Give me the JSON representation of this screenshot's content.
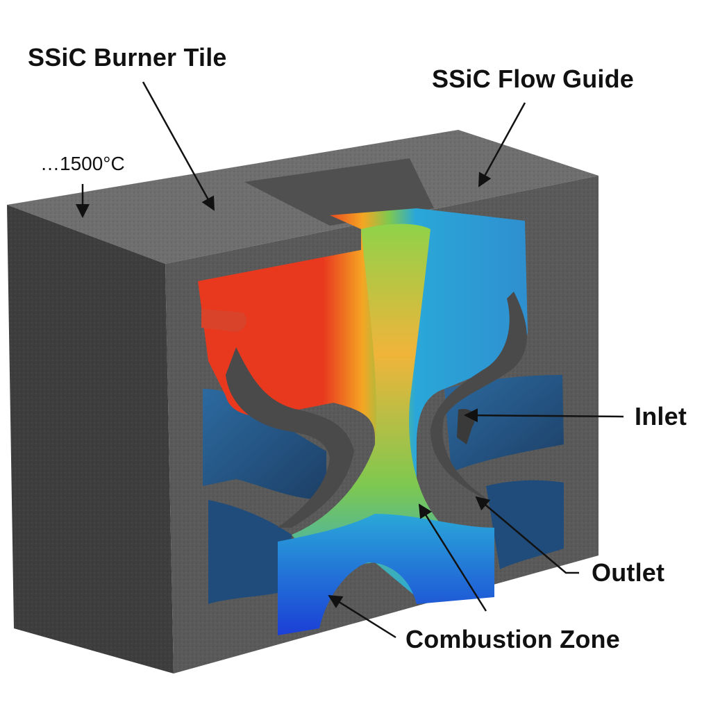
{
  "labels": {
    "burner_tile": "SSiC Burner Tile",
    "flow_guide": "SSiC Flow Guide",
    "temperature": "…1500°C",
    "inlet": "Inlet",
    "outlet": "Outlet",
    "combustion_zone": "Combustion Zone"
  },
  "colors": {
    "ceramic_top": "#6f6f6f",
    "ceramic_front": "#5a5a5a",
    "ceramic_side": "#3e3e3e",
    "hot": "#e8391f",
    "warm": "#f5a623",
    "mid": "#7ec850",
    "cool": "#2aa7d8",
    "cold": "#1b3fd6",
    "channel": "#244f78",
    "text": "#111111"
  }
}
